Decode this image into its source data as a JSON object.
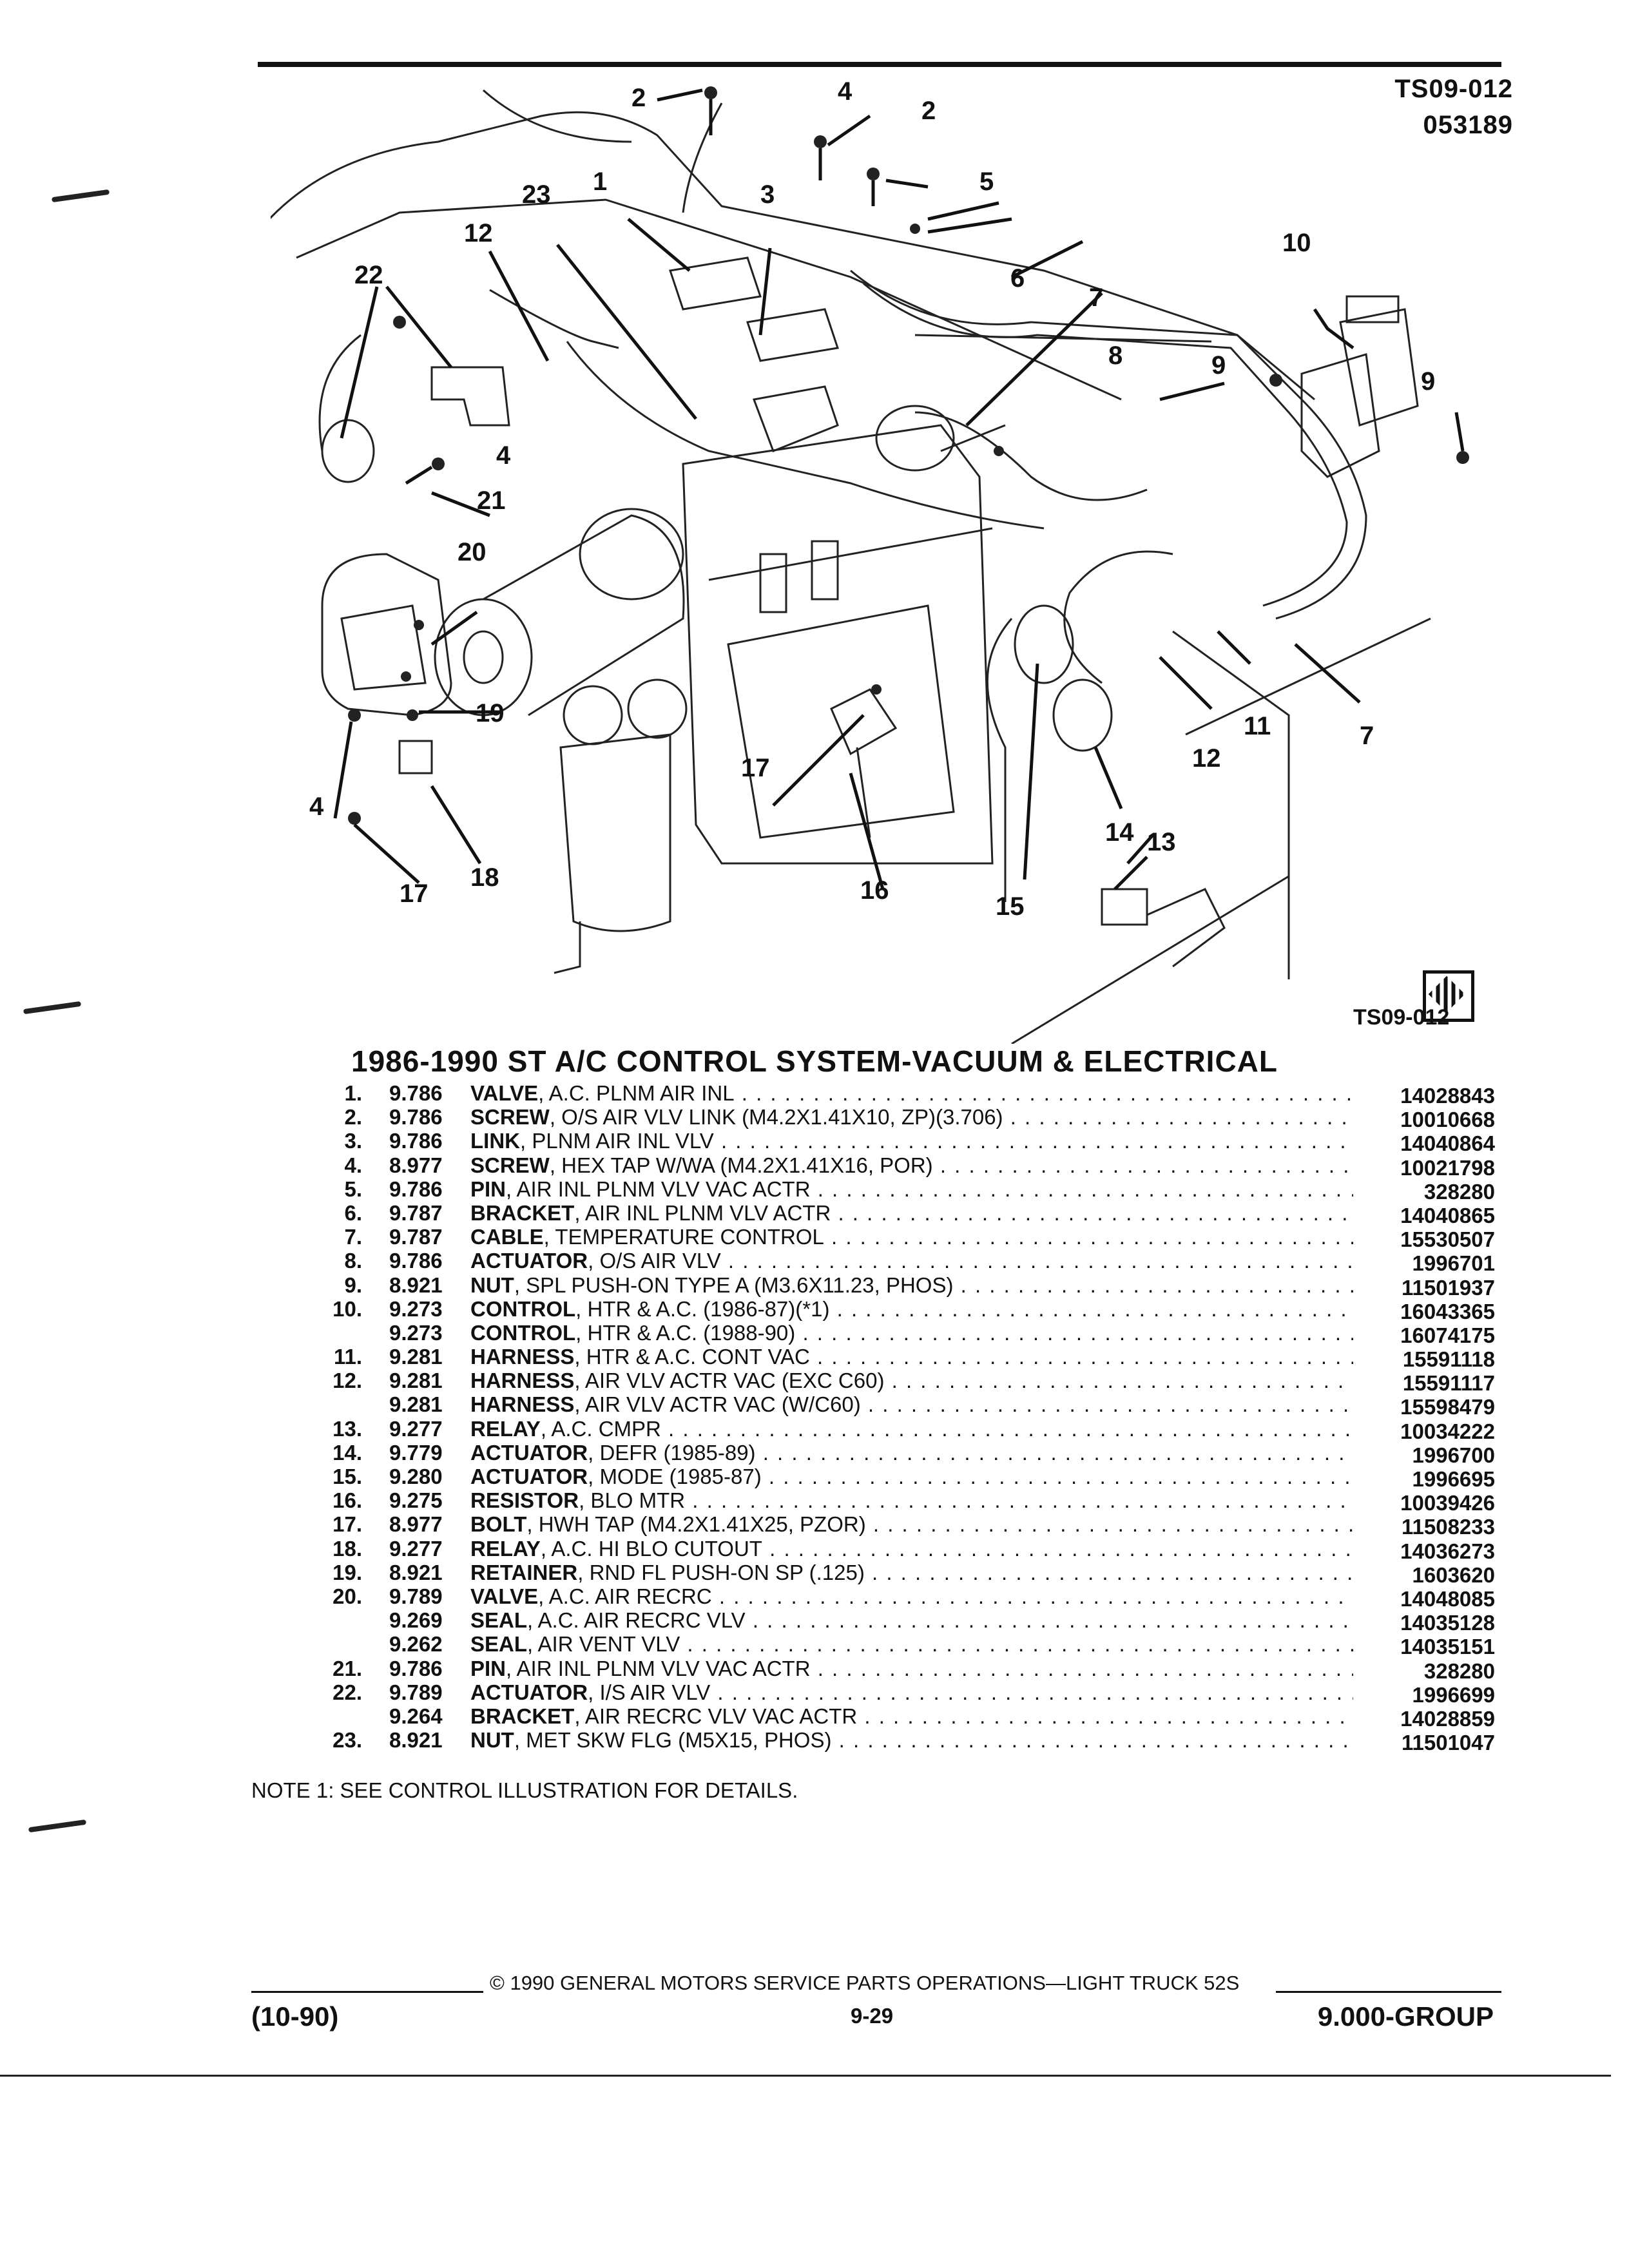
{
  "header": {
    "code_1": "TS09-012",
    "code_2": "053189"
  },
  "diagram": {
    "ts_code": "TS09-012",
    "callouts": {
      "n1": "1",
      "n2": "2",
      "n3": "3",
      "n4": "4",
      "n5": "5",
      "n6": "6",
      "n7": "7",
      "n8": "8",
      "n9": "9",
      "n10": "10",
      "n11": "11",
      "n12": "12",
      "n13": "13",
      "n14": "14",
      "n15": "15",
      "n16": "16",
      "n17": "17",
      "n18": "18",
      "n19": "19",
      "n20": "20",
      "n21": "21",
      "n22": "22",
      "n23": "23"
    }
  },
  "title": "1986-1990 ST A/C CONTROL SYSTEM-VACUUM & ELECTRICAL",
  "parts": [
    {
      "num": "1.",
      "group": "9.786",
      "name": "VALVE",
      "desc": ", A.C. PLNM AIR INL",
      "pn": "14028843"
    },
    {
      "num": "2.",
      "group": "9.786",
      "name": "SCREW",
      "desc": ", O/S AIR VLV LINK (M4.2X1.41X10, ZP)(3.706)",
      "pn": "10010668"
    },
    {
      "num": "3.",
      "group": "9.786",
      "name": "LINK",
      "desc": ", PLNM AIR INL VLV",
      "pn": "14040864"
    },
    {
      "num": "4.",
      "group": "8.977",
      "name": "SCREW",
      "desc": ", HEX TAP W/WA (M4.2X1.41X16, POR)",
      "pn": "10021798"
    },
    {
      "num": "5.",
      "group": "9.786",
      "name": "PIN",
      "desc": ", AIR INL PLNM VLV VAC ACTR",
      "pn": "328280"
    },
    {
      "num": "6.",
      "group": "9.787",
      "name": "BRACKET",
      "desc": ", AIR INL PLNM VLV ACTR",
      "pn": "14040865"
    },
    {
      "num": "7.",
      "group": "9.787",
      "name": "CABLE",
      "desc": ", TEMPERATURE CONTROL",
      "pn": "15530507"
    },
    {
      "num": "8.",
      "group": "9.786",
      "name": "ACTUATOR",
      "desc": ", O/S AIR VLV",
      "pn": "1996701"
    },
    {
      "num": "9.",
      "group": "8.921",
      "name": "NUT",
      "desc": ", SPL PUSH-ON TYPE A (M3.6X11.23, PHOS)",
      "pn": "11501937"
    },
    {
      "num": "10.",
      "group": "9.273",
      "name": "CONTROL",
      "desc": ", HTR & A.C. (1986-87)(*1)",
      "pn": "16043365"
    },
    {
      "num": "",
      "group": "9.273",
      "name": "CONTROL",
      "desc": ", HTR & A.C. (1988-90)",
      "pn": "16074175"
    },
    {
      "num": "11.",
      "group": "9.281",
      "name": "HARNESS",
      "desc": ", HTR & A.C. CONT VAC",
      "pn": "15591118"
    },
    {
      "num": "12.",
      "group": "9.281",
      "name": "HARNESS",
      "desc": ", AIR VLV ACTR VAC (EXC C60)",
      "pn": "15591117"
    },
    {
      "num": "",
      "group": "9.281",
      "name": "HARNESS",
      "desc": ", AIR VLV ACTR VAC (W/C60)",
      "pn": "15598479"
    },
    {
      "num": "13.",
      "group": "9.277",
      "name": "RELAY",
      "desc": ", A.C. CMPR",
      "pn": "10034222"
    },
    {
      "num": "14.",
      "group": "9.779",
      "name": "ACTUATOR",
      "desc": ", DEFR (1985-89)",
      "pn": "1996700"
    },
    {
      "num": "15.",
      "group": "9.280",
      "name": "ACTUATOR",
      "desc": ", MODE (1985-87)",
      "pn": "1996695"
    },
    {
      "num": "16.",
      "group": "9.275",
      "name": "RESISTOR",
      "desc": ", BLO MTR",
      "pn": "10039426"
    },
    {
      "num": "17.",
      "group": "8.977",
      "name": "BOLT",
      "desc": ", HWH TAP (M4.2X1.41X25, PZOR)",
      "pn": "11508233"
    },
    {
      "num": "18.",
      "group": "9.277",
      "name": "RELAY",
      "desc": ", A.C. HI BLO CUTOUT",
      "pn": "14036273"
    },
    {
      "num": "19.",
      "group": "8.921",
      "name": "RETAINER",
      "desc": ", RND FL PUSH-ON SP (.125)",
      "pn": "1603620"
    },
    {
      "num": "20.",
      "group": "9.789",
      "name": "VALVE",
      "desc": ", A.C. AIR RECRC",
      "pn": "14048085"
    },
    {
      "num": "",
      "group": "9.269",
      "name": "SEAL",
      "desc": ", A.C. AIR RECRC VLV",
      "pn": "14035128"
    },
    {
      "num": "",
      "group": "9.262",
      "name": "SEAL",
      "desc": ", AIR VENT VLV",
      "pn": "14035151"
    },
    {
      "num": "21.",
      "group": "9.786",
      "name": "PIN",
      "desc": ", AIR INL PLNM VLV VAC ACTR",
      "pn": "328280"
    },
    {
      "num": "22.",
      "group": "9.789",
      "name": "ACTUATOR",
      "desc": ", I/S AIR VLV",
      "pn": "1996699"
    },
    {
      "num": "",
      "group": "9.264",
      "name": "BRACKET",
      "desc": ", AIR RECRC VLV VAC ACTR",
      "pn": "14028859"
    },
    {
      "num": "23.",
      "group": "8.921",
      "name": "NUT",
      "desc": ", MET SKW FLG (M5X15, PHOS)",
      "pn": "11501047"
    }
  ],
  "note": "NOTE  1:  SEE CONTROL ILLUSTRATION FOR DETAILS.",
  "footer": {
    "copyright": "©  1990  GENERAL MOTORS SERVICE PARTS OPERATIONS—LIGHT TRUCK 52S",
    "date": "(10-90)",
    "page": "9-29",
    "group": "9.000-GROUP"
  }
}
